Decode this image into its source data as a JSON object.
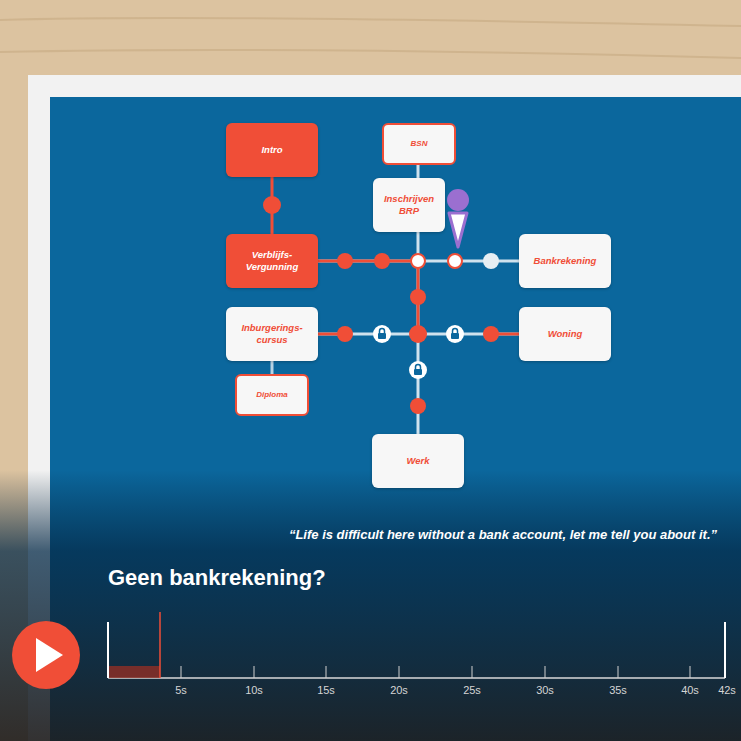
{
  "diagram": {
    "title": "Geen bankrekening?",
    "nodes": [
      {
        "text": [
          "Intro"
        ]
      },
      {
        "text": [
          "BSN"
        ]
      },
      {
        "text": [
          "Inschrijven BRP"
        ]
      },
      {
        "text": [
          "Verblijfs- Vergunning"
        ]
      },
      {
        "text": [
          "Bankrekening"
        ]
      },
      {
        "text": [
          "Inburgerings- cursus"
        ]
      },
      {
        "text": [
          "Woning"
        ]
      },
      {
        "text": [
          "Diploma"
        ]
      },
      {
        "text": [
          "Werk"
        ]
      }
    ],
    "edges": [
      {
        "from": 0,
        "to": 3,
        "arrow": "none"
      },
      {
        "from": 1,
        "to": 2,
        "arrow": "none"
      },
      {
        "from": 3,
        "to": 4,
        "arrow": "none"
      },
      {
        "from": 2,
        "to": 8,
        "arrow": "none"
      },
      {
        "from": 5,
        "to": 6,
        "arrow": "none"
      },
      {
        "from": 5,
        "to": 7,
        "arrow": "none"
      }
    ],
    "labels": [
      "“Life is difficult here without a bank account, let me tell you about it.”",
      "5s",
      "10s",
      "15s",
      "20s",
      "25s",
      "30s",
      "35s",
      "40s",
      "42s"
    ]
  }
}
